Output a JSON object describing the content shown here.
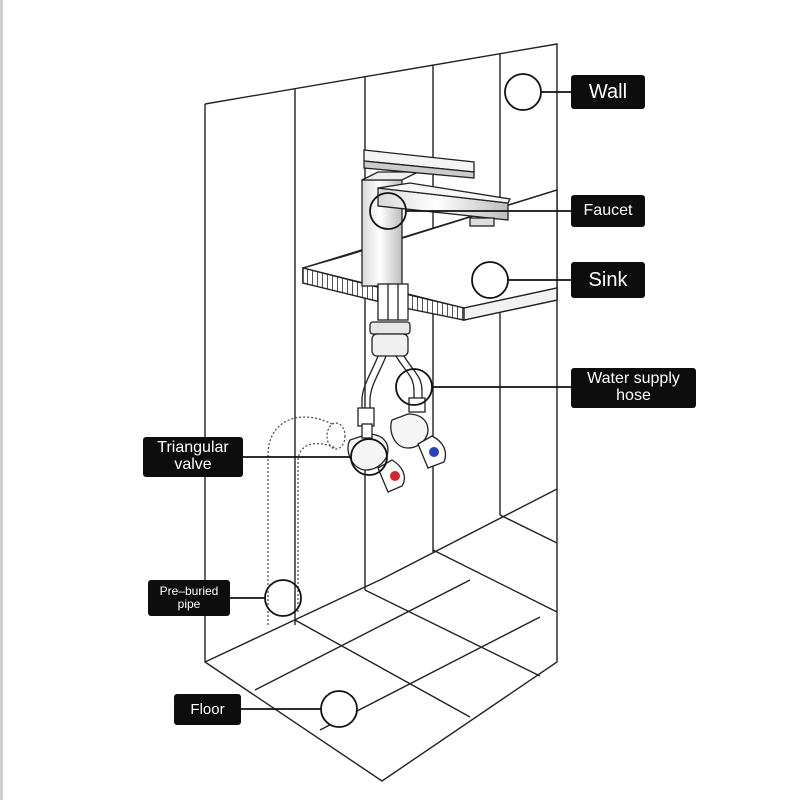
{
  "labels": {
    "wall": "Wall",
    "faucet": "Faucet",
    "sink": "Sink",
    "water_supply_hose": "Water supply\nhose",
    "triangular_valve": "Triangular\nvalve",
    "pre_buried_pipe": "Pre–buried\npipe",
    "floor": "Floor"
  },
  "colors": {
    "label_bg": "#0d0d0d",
    "label_text": "#ffffff",
    "line": "#222222",
    "hot": "#d8232a",
    "cold": "#2741c9"
  }
}
